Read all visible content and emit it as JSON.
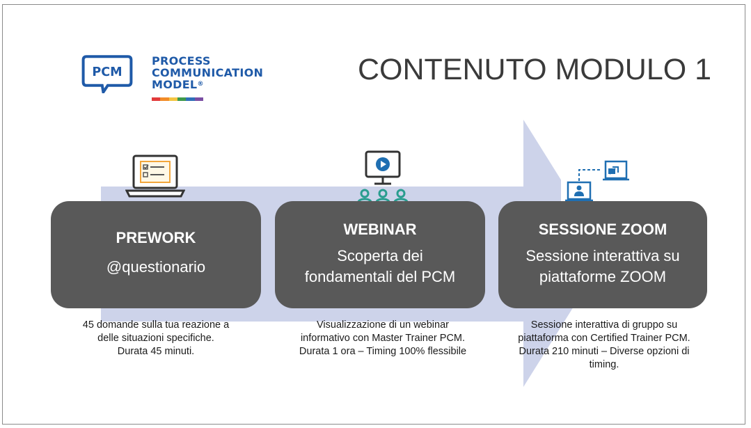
{
  "logo": {
    "badge_text": "PCM",
    "line1": "PROCESS",
    "line2": "COMMUNICATION",
    "line3": "MODEL",
    "registered_mark": "®",
    "brand_color": "#1f5aa8",
    "stripe_colors": [
      "#e23b3b",
      "#f28c28",
      "#f4c542",
      "#3e9a4a",
      "#2f6fb8",
      "#7a4ea3"
    ]
  },
  "title": "CONTENUTO MODULO 1",
  "colors": {
    "box": "#595959",
    "arrow": "#cdd3ea",
    "icon_teal": "#2a9d8f",
    "icon_blue": "#1f6fb2",
    "icon_orange": "#f2a63b"
  },
  "steps": [
    {
      "icon": "laptop-checklist-icon",
      "heading": "PREWORK",
      "body_line1": "@questionario",
      "body_line2": "",
      "desc_line1": "45 domande sulla tua reazione a",
      "desc_line2": "delle situazioni specifiche.",
      "desc_line3": "Durata 45 minuti.",
      "desc_line4": ""
    },
    {
      "icon": "webinar-audience-icon",
      "heading": "WEBINAR",
      "body_line1": "Scoperta dei",
      "body_line2": "fondamentali del PCM",
      "desc_line1": "Visualizzazione di un webinar",
      "desc_line2": "informativo con Master Trainer PCM.",
      "desc_line3": "Durata 1 ora – Timing 100% flessibile",
      "desc_line4": ""
    },
    {
      "icon": "video-call-icon",
      "heading": "SESSIONE ZOOM",
      "body_line1": "Sessione interattiva su",
      "body_line2": "piattaforme ZOOM",
      "desc_line1": "Sessione interattiva di gruppo su",
      "desc_line2": "piattaforma con Certified Trainer PCM.",
      "desc_line3": "Durata 210 minuti – Diverse opzioni di",
      "desc_line4": "timing."
    }
  ]
}
